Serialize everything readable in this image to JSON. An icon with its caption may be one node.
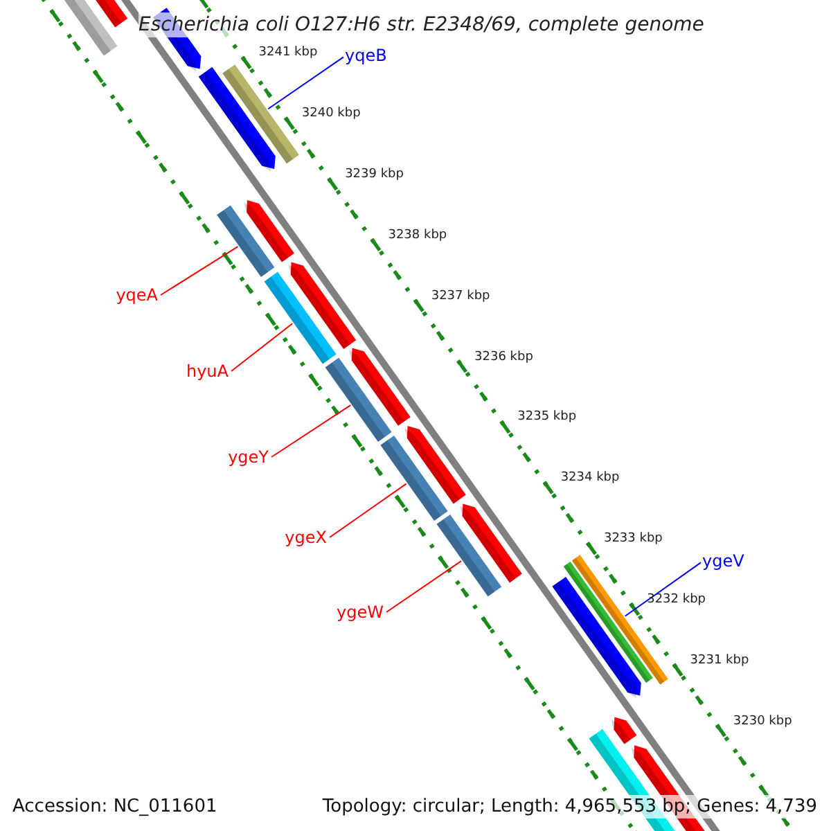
{
  "diagram": {
    "title": "Escherichia coli O127:H6 str. E2348/69, complete genome",
    "nodes": [
      {
        "text": [
          "yqeB"
        ]
      },
      {
        "text": [],
        "shape": "bar"
      },
      {
        "text": [
          "yqeA"
        ]
      },
      {
        "text": [],
        "shape": "bar"
      },
      {
        "text": [
          "hyuA"
        ]
      },
      {
        "text": [],
        "shape": "bar"
      },
      {
        "text": [
          "ygeY"
        ]
      },
      {
        "text": [],
        "shape": "bar"
      },
      {
        "text": [
          "ygeX"
        ]
      },
      {
        "text": [],
        "shape": "bar"
      },
      {
        "text": [
          "ygeW"
        ]
      },
      {
        "text": [],
        "shape": "bar"
      },
      {
        "text": [
          "ygeV"
        ]
      },
      {
        "text": [],
        "shape": "bar"
      }
    ],
    "edges": [
      {
        "from": 0,
        "to": 1,
        "arrow": "none",
        "color": "#0000ff"
      },
      {
        "from": 2,
        "to": 3,
        "arrow": "none"
      },
      {
        "from": 4,
        "to": 5,
        "arrow": "none"
      },
      {
        "from": 6,
        "to": 7,
        "arrow": "none"
      },
      {
        "from": 8,
        "to": 9,
        "arrow": "none"
      },
      {
        "from": 10,
        "to": 11,
        "arrow": "none"
      },
      {
        "from": 12,
        "to": 13,
        "arrow": "none",
        "color": "#0000ff"
      }
    ],
    "labels": [
      "3241 kbp",
      "3240 kbp",
      "3239 kbp",
      "3238 kbp",
      "3237 kbp",
      "3236 kbp",
      "3235 kbp",
      "3234 kbp",
      "3233 kbp",
      "3232 kbp",
      "3231 kbp",
      "3230 kbp",
      "Accession: NC_011601",
      "Topology: circular; Length: 4,965,553 bp; Genes: 4,739"
    ]
  }
}
